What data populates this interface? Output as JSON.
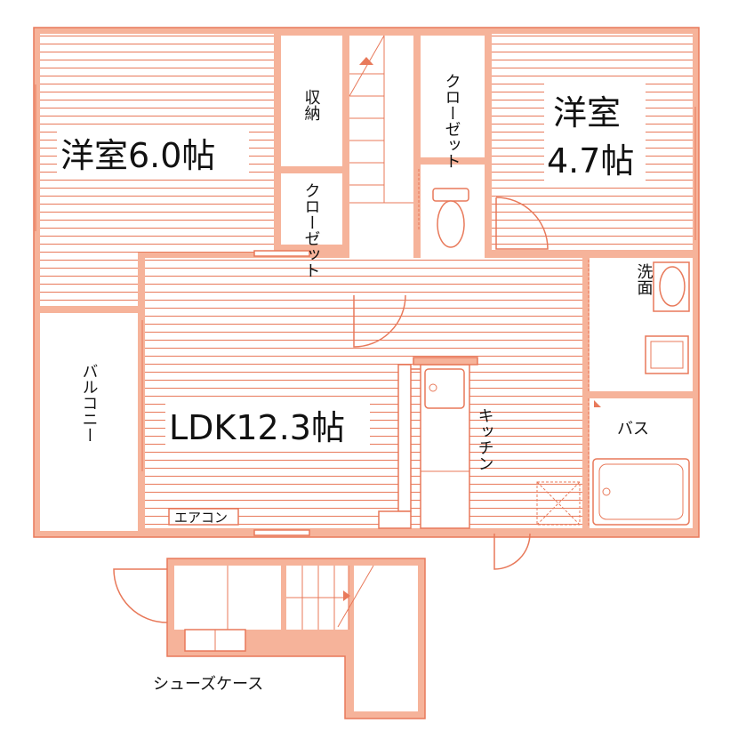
{
  "rooms": {
    "western_a": "洋室6.0帖",
    "western_b_line1": "洋室",
    "western_b_line2": "4.7帖",
    "ldk": "LDK12.3帖",
    "storage": "収納",
    "closet_upper": "クローゼット",
    "closet_lower": "クローゼット",
    "washroom": "洗面",
    "bath": "バス",
    "kitchen": "キッチン",
    "balcony": "バルコニー",
    "aircon": "エアコン",
    "shoe_case": "シューズケース"
  },
  "colors": {
    "wall_fill": "#f6b39a",
    "wall_line": "#e8795a",
    "text": "#111111"
  }
}
